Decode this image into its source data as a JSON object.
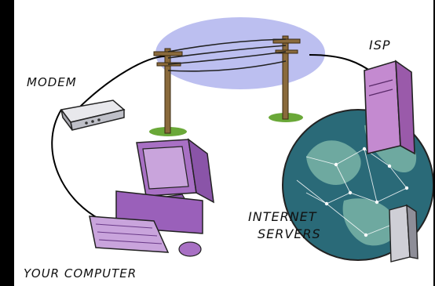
{
  "labels": {
    "modem": "MODEM",
    "isp": "ISP",
    "internet_line1": "INTERNET",
    "internet_line2": "SERVERS",
    "your_computer": "YOUR COMPUTER"
  },
  "icons": [
    "modem-icon",
    "utility-pole-icon",
    "isp-server-tower-icon",
    "globe-icon",
    "computer-icon",
    "internet-server-icon"
  ],
  "colors": {
    "background": "#ffffff",
    "frame": "#000000",
    "sky": "#bcbff0",
    "computer": "#a870c4",
    "globe_ocean": "#2a6a78",
    "globe_land": "#6ea9a0",
    "server_tower": "#c48ad0",
    "poles": "#8a6a3c",
    "grass": "#6aa838"
  }
}
